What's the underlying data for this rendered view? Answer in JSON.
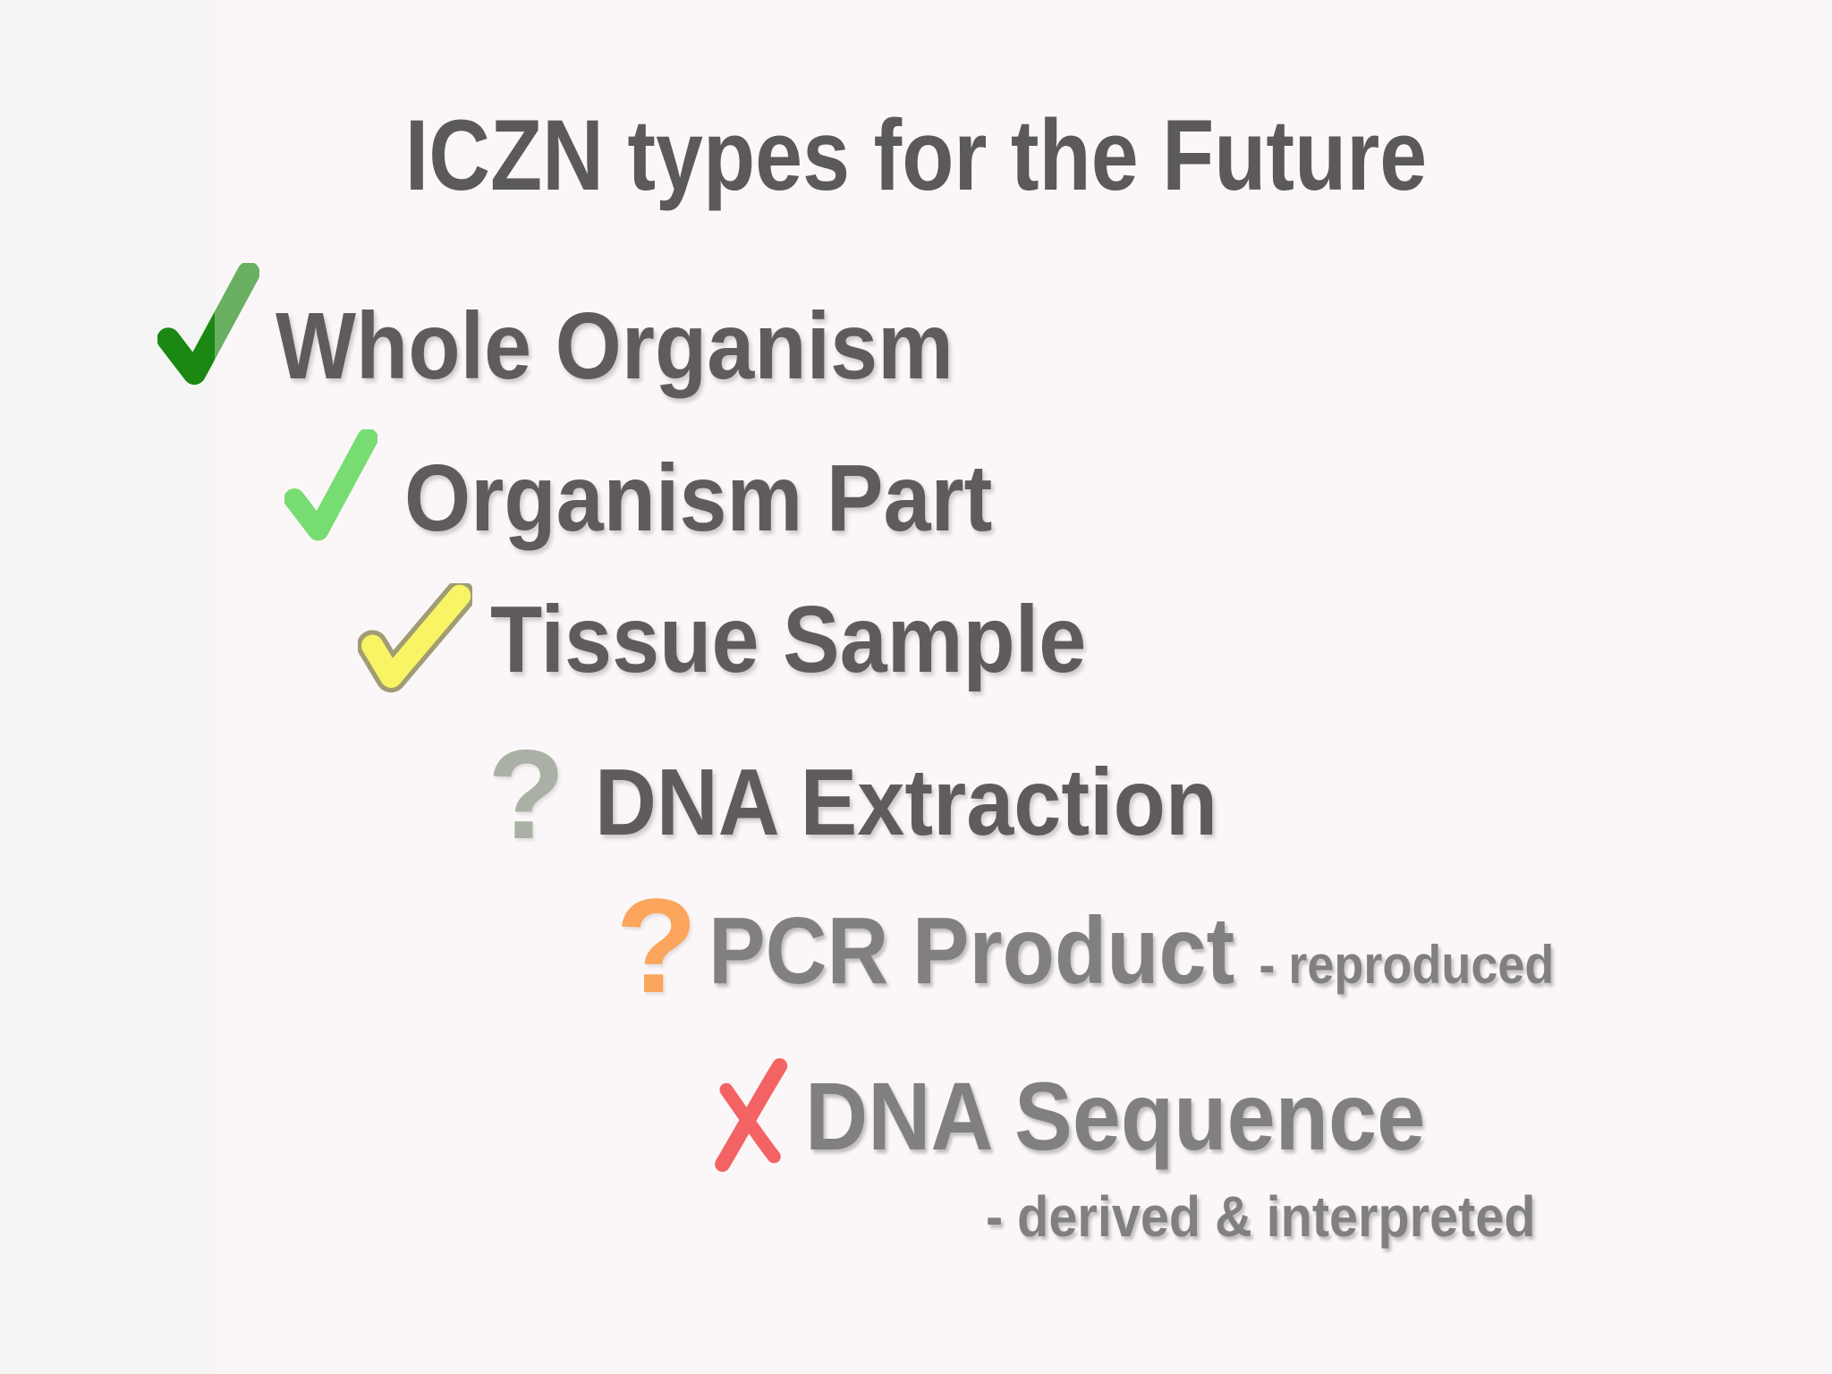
{
  "slide": {
    "title": "ICZN types for the Future",
    "items": [
      {
        "label": "Whole Organism",
        "marker": "dark-green-check",
        "suffix": ""
      },
      {
        "label": "Organism Part",
        "marker": "bright-green-check",
        "suffix": ""
      },
      {
        "label": "Tissue Sample",
        "marker": "yellow-outlined-check",
        "suffix": ""
      },
      {
        "label": "DNA Extraction",
        "marker": "gray-question",
        "suffix": ""
      },
      {
        "label": "PCR Product",
        "marker": "orange-question",
        "suffix": "- reproduced"
      },
      {
        "label": "DNA Sequence",
        "marker": "red-cross",
        "suffix": "- derived & interpreted"
      }
    ],
    "icons": {
      "question_glyph": "?"
    },
    "colors": {
      "background": "#f9f8f8",
      "title_text": "#050505",
      "item_text_black": "#090909",
      "item_text_gray": "#3d423d",
      "check_dark_green": "#1a8a12",
      "check_bright_green": "#2ed02a",
      "check_yellow_fill": "#f6f414",
      "check_yellow_outline": "#6e6e2e",
      "question_gray": "#7e8b7a",
      "question_orange": "#f97a0a",
      "cross_red": "#ed1515"
    }
  }
}
